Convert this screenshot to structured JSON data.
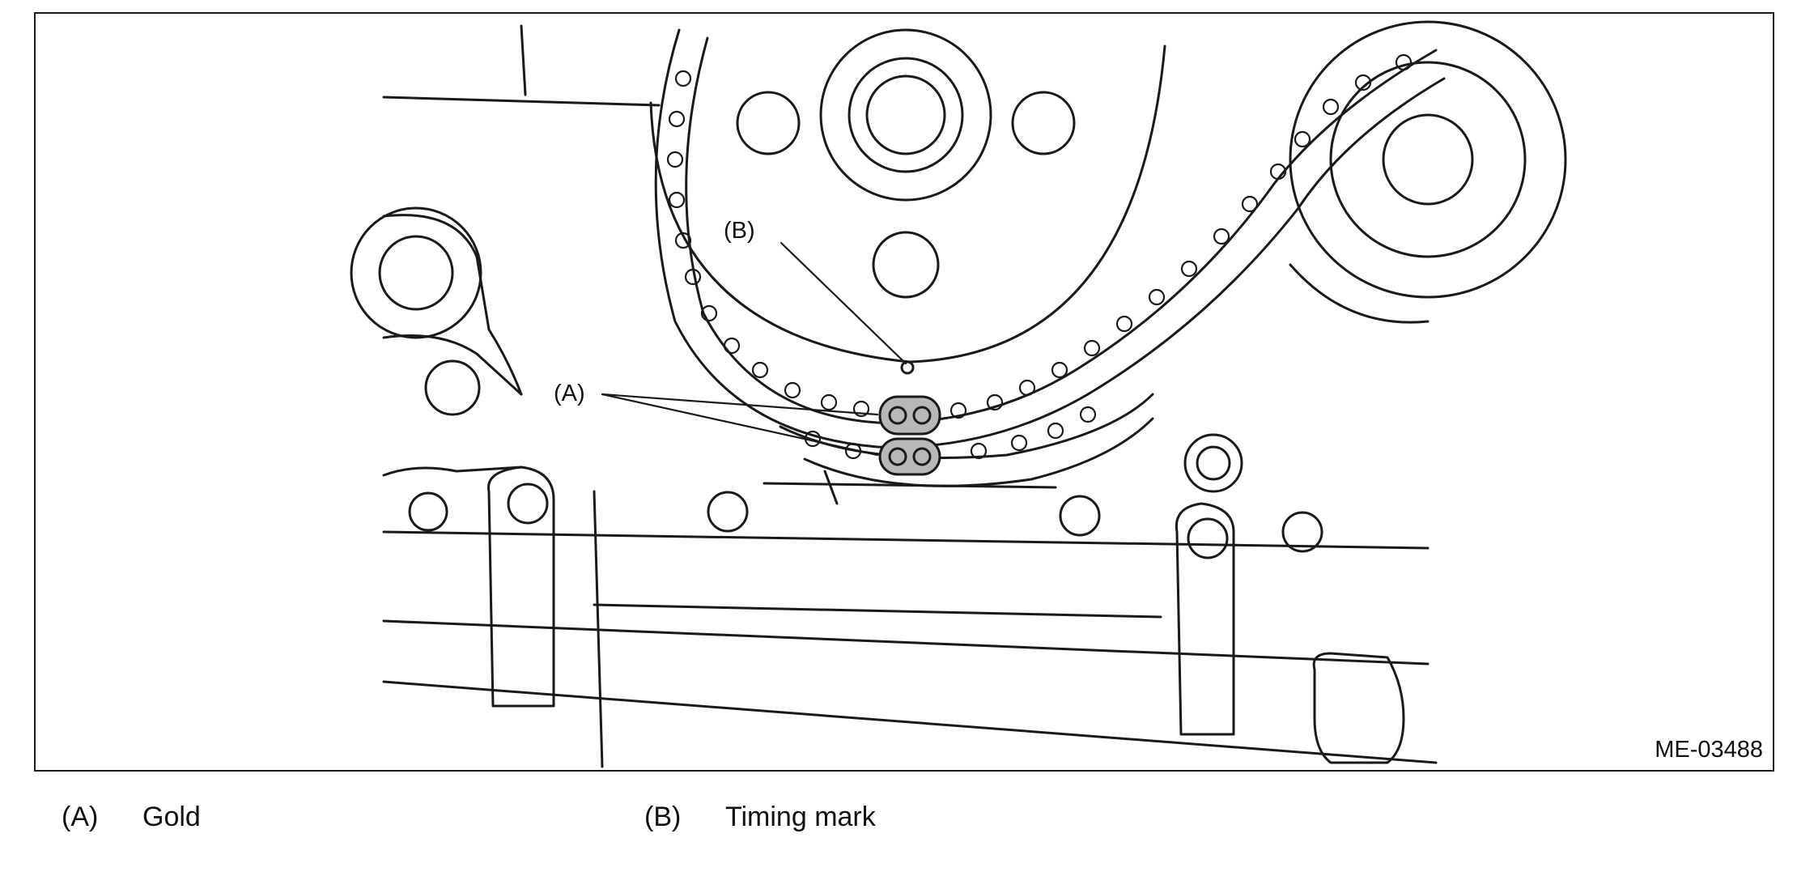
{
  "figure": {
    "code": "ME-03488",
    "callouts": {
      "a": "(A)",
      "b": "(B)"
    }
  },
  "legend": [
    {
      "key": "(A)",
      "text": "Gold"
    },
    {
      "key": "(B)",
      "text": "Timing mark"
    }
  ],
  "colors": {
    "line": "#1a1a1a",
    "gold_link_fill": "#b8b8b8",
    "background": "#ffffff"
  }
}
